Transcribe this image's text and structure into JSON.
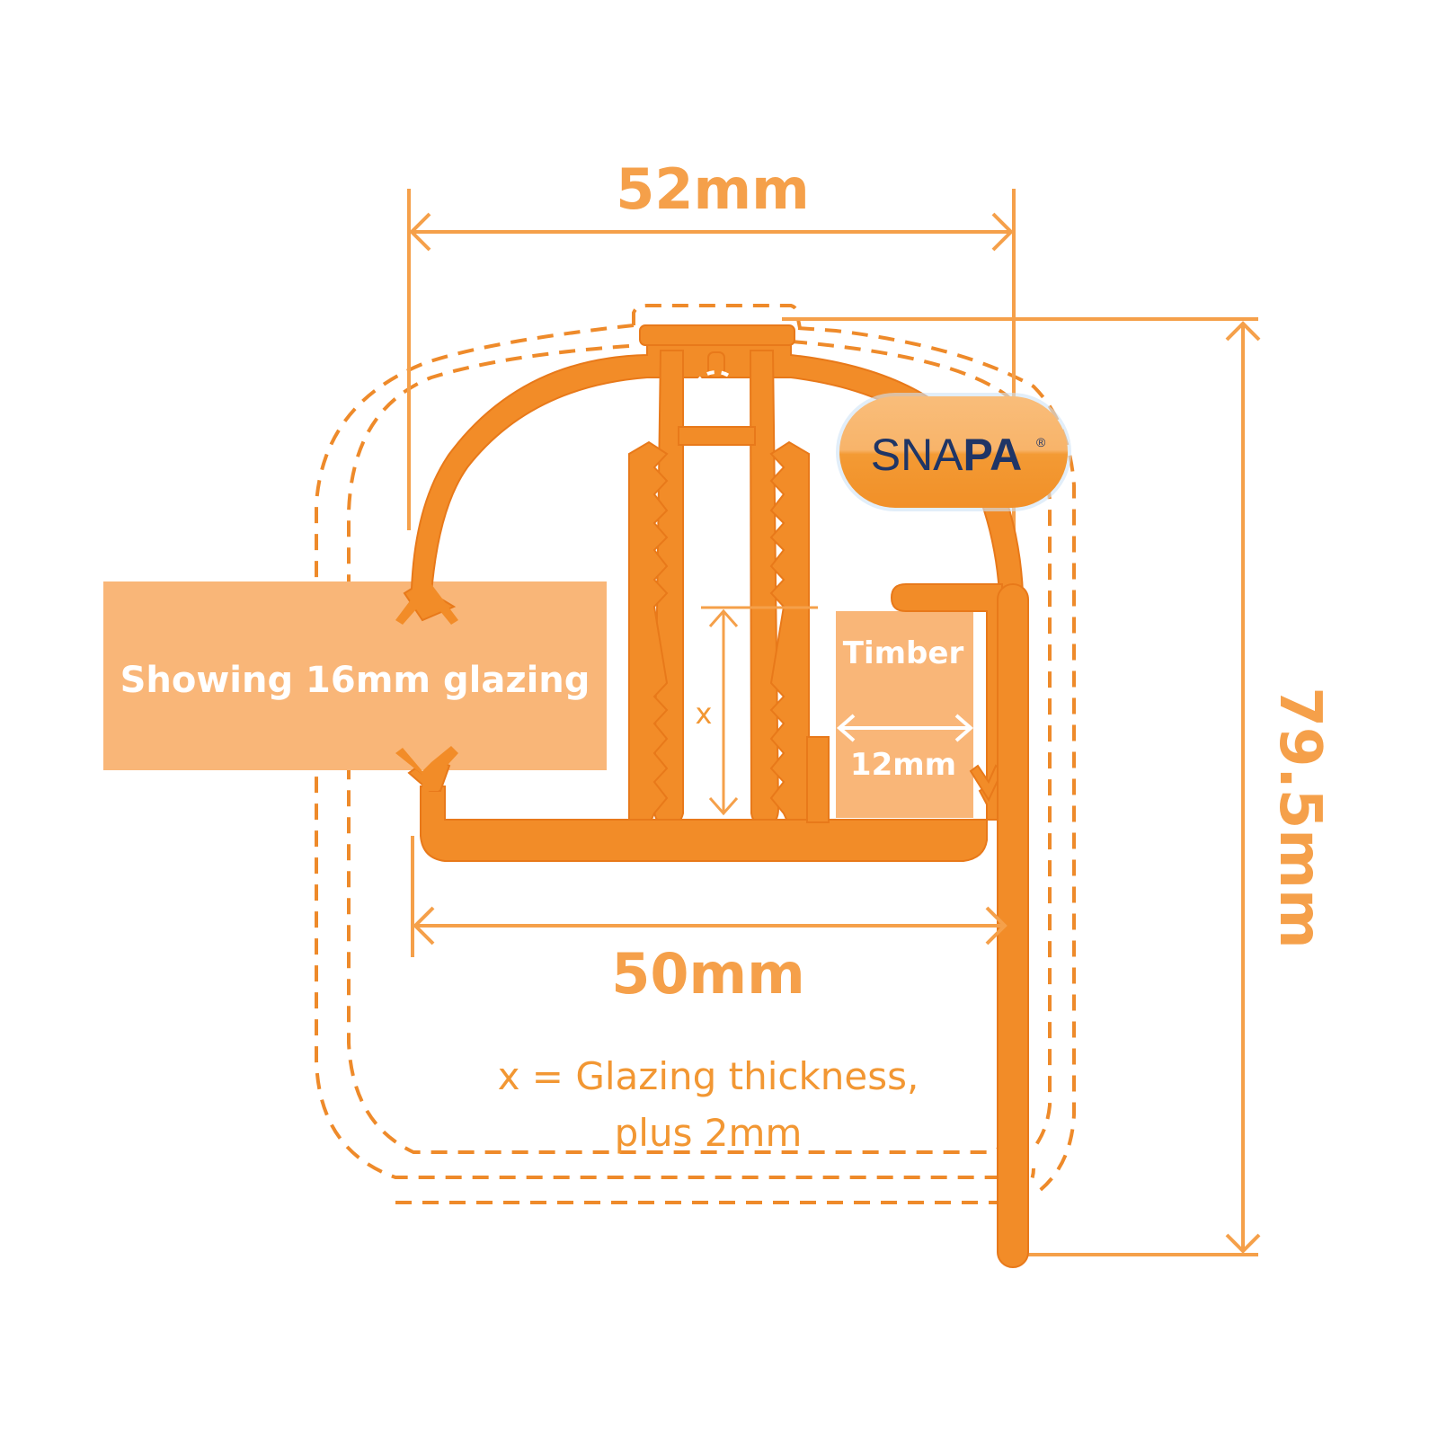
{
  "diagram": {
    "title": "SNAPA bar cross-section dimensions",
    "colors": {
      "profile": "#f28c28",
      "profile_dark": "#e8791a",
      "dimension_line": "#f5a04a",
      "dashed_outline": "#ee8a2a",
      "panel_fill": "#f9b678",
      "badge_top": "#f9bd7a",
      "badge_bottom": "#f39a34",
      "brand_text": "#1f3566",
      "background": "#ffffff"
    },
    "dimensions": {
      "top_width": "52mm",
      "bottom_width": "50mm",
      "height": "79.5mm",
      "timber_width": "12mm",
      "glazing_gap_symbol": "x"
    },
    "labels": {
      "glazing_panel": "Showing 16mm glazing",
      "timber": "Timber",
      "note_line1": "x = Glazing thickness,",
      "note_line2": "plus 2mm"
    },
    "brand": {
      "name_part1": "SNA",
      "name_part2": "PA",
      "registered_mark": "®"
    }
  }
}
